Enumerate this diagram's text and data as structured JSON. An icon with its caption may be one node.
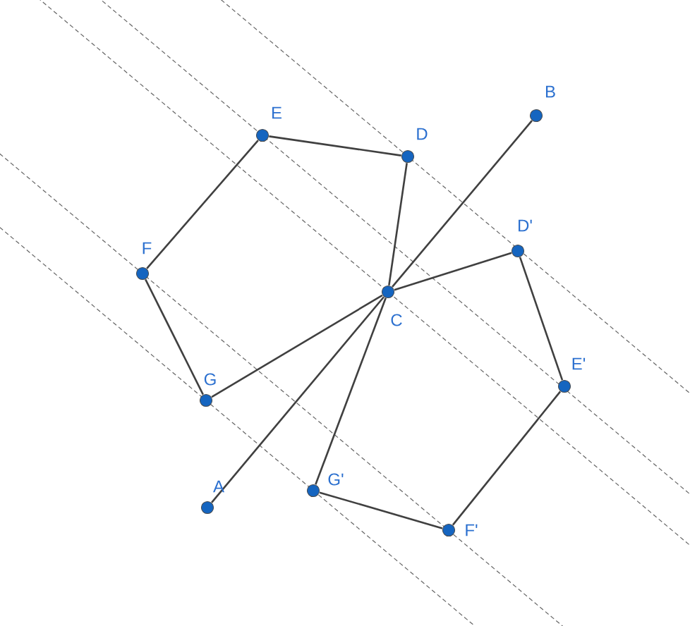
{
  "diagram": {
    "nodes": [
      {
        "text": [
          "B"
        ]
      },
      {
        "text": [
          "E"
        ]
      },
      {
        "text": [
          "D"
        ]
      },
      {
        "text": [
          "D'"
        ]
      },
      {
        "text": [
          "F"
        ]
      },
      {
        "text": [
          "C"
        ]
      },
      {
        "text": [
          "E'"
        ]
      },
      {
        "text": [
          "G"
        ]
      },
      {
        "text": [
          "G'"
        ]
      },
      {
        "text": [
          "A"
        ]
      },
      {
        "text": [
          "F'"
        ]
      }
    ],
    "edges": [
      {
        "from": 1,
        "to": 2,
        "arrow": "none"
      },
      {
        "from": 1,
        "to": 4,
        "arrow": "none"
      },
      {
        "from": 4,
        "to": 7,
        "arrow": "none"
      },
      {
        "from": 7,
        "to": 5,
        "arrow": "none"
      },
      {
        "from": 5,
        "to": 3,
        "arrow": "none"
      },
      {
        "from": 2,
        "to": 5,
        "arrow": "none"
      },
      {
        "from": 5,
        "to": 8,
        "arrow": "none"
      },
      {
        "from": 9,
        "to": 5,
        "arrow": "none"
      },
      {
        "from": 5,
        "to": 0,
        "arrow": "none"
      },
      {
        "from": 3,
        "to": 6,
        "arrow": "none"
      },
      {
        "from": 6,
        "to": 10,
        "arrow": "none"
      },
      {
        "from": 10,
        "to": 8,
        "arrow": "none"
      }
    ]
  }
}
